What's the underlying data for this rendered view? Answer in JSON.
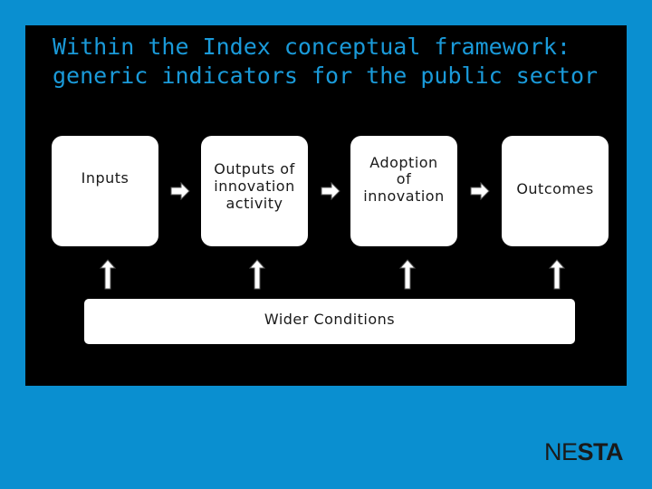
{
  "slide": {
    "title_line1": "Within the Index conceptual framework:",
    "title_line2": "generic indicators for the public sector"
  },
  "boxes": [
    {
      "lines": [
        "Inputs"
      ]
    },
    {
      "lines": [
        "Outputs of",
        "innovation",
        "activity"
      ]
    },
    {
      "lines": [
        "Adoption",
        "of",
        "innovation"
      ]
    },
    {
      "lines": [
        "Outcomes"
      ]
    }
  ],
  "wider_conditions": "Wider Conditions",
  "logo": {
    "part1": "NE",
    "part2": "STA"
  },
  "colors": {
    "background": "#0a8fd0",
    "panel": "#000000",
    "title": "#1a9ad9",
    "box": "#ffffff",
    "text": "#1a1a1a"
  },
  "icons": {
    "connector": "right-arrow-icon",
    "support": "up-arrow-icon"
  }
}
